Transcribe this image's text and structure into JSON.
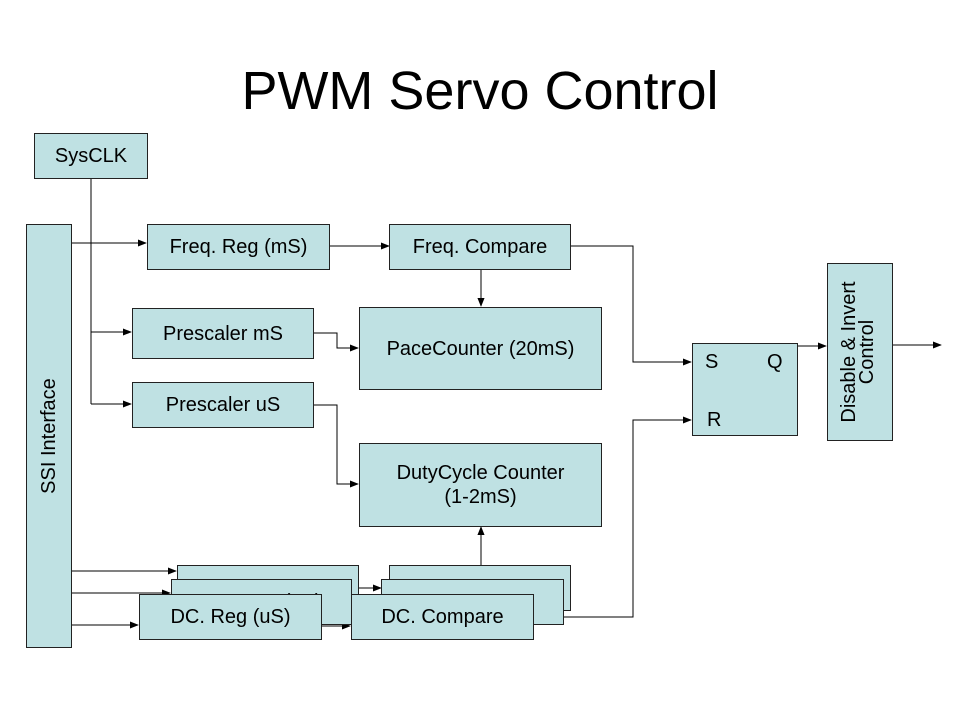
{
  "title": "PWM Servo Control",
  "blocks": {
    "sysclk": "SysCLK",
    "ssi": "SSI Interface",
    "freq_reg": "Freq. Reg (mS)",
    "freq_compare": "Freq. Compare",
    "prescaler_ms": "Prescaler mS",
    "prescaler_us": "Prescaler uS",
    "pace_counter": "PaceCounter (20mS)",
    "duty_line1": "DutyCycle Counter",
    "duty_line2": "(1-2mS)",
    "dc_reg": "DC. Reg (uS)",
    "dc_compare": "DC. Compare",
    "flipflop_s": "S",
    "flipflop_q": "Q",
    "flipflop_r": "R",
    "disable_line1": "Disable & Invert",
    "disable_line2": "Control"
  },
  "colors": {
    "box_fill": "#bfe1e3",
    "line": "#000000"
  }
}
